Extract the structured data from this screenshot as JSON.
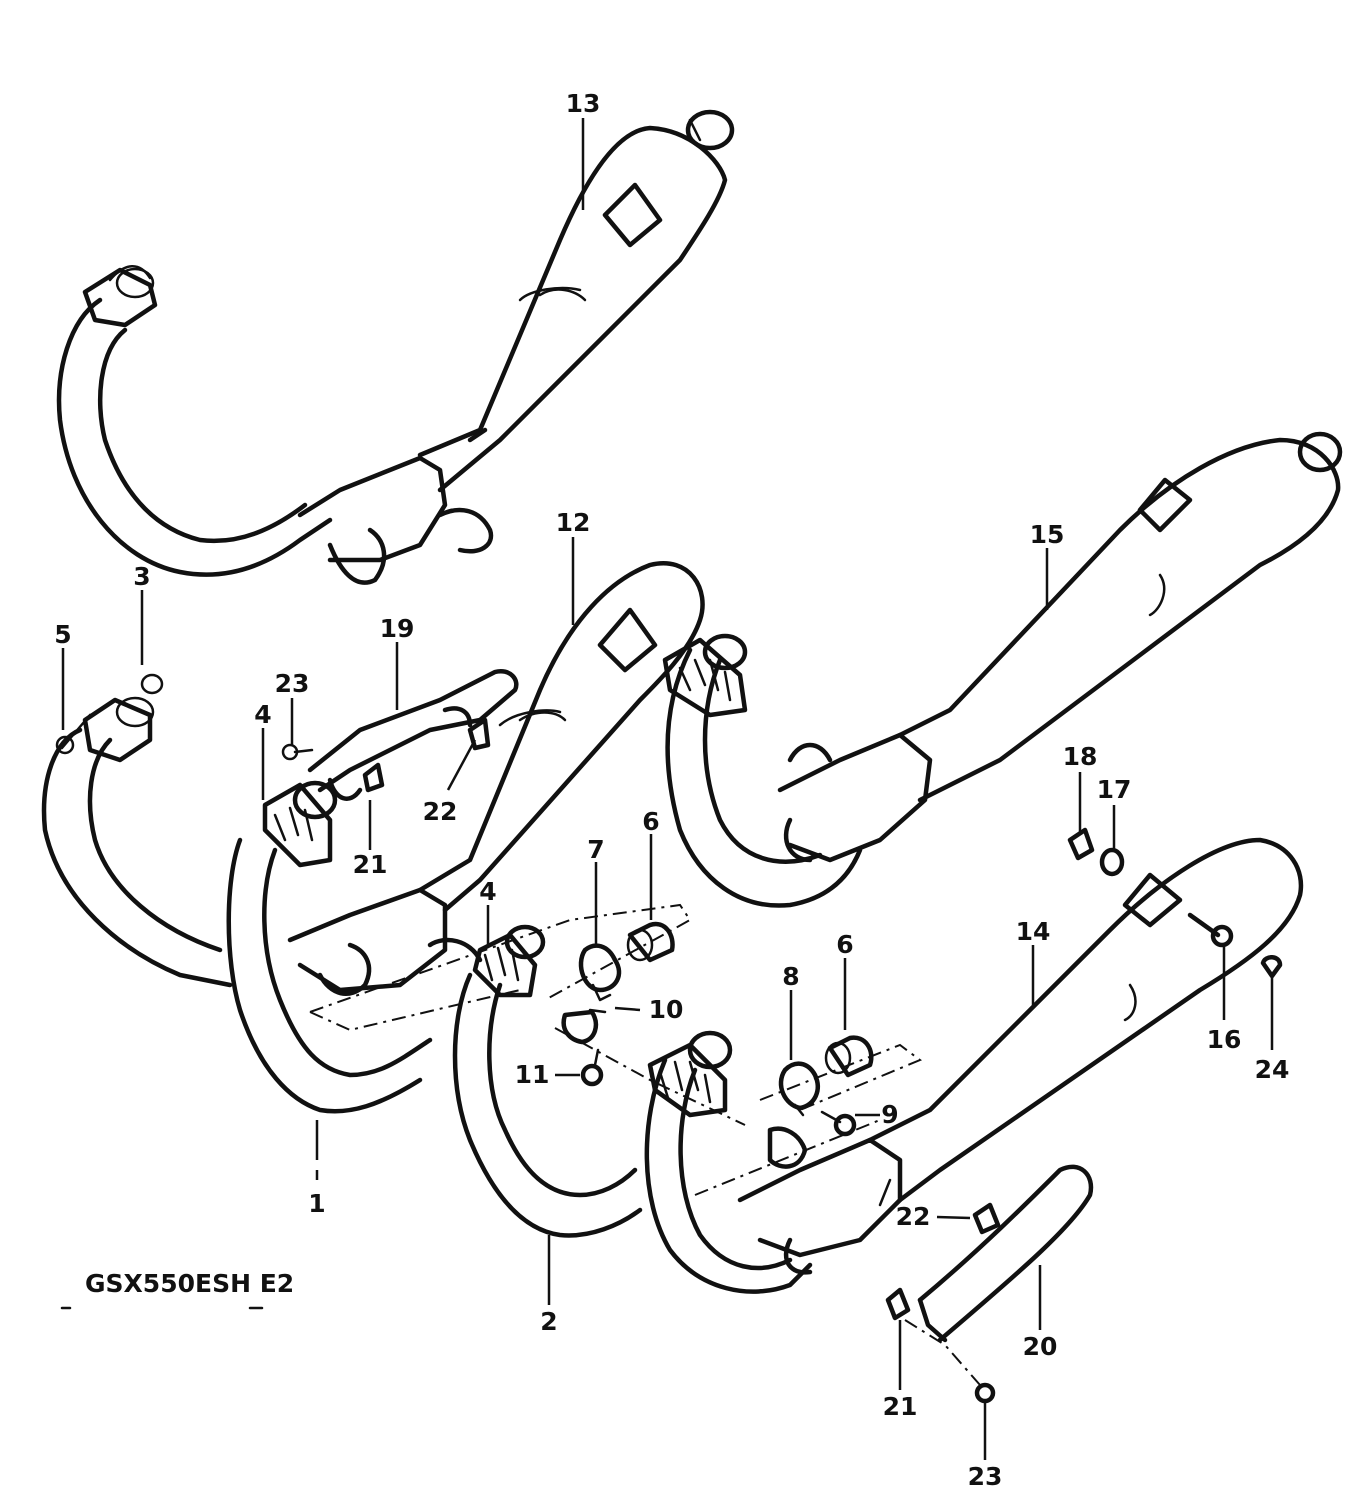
{
  "model_code": "GSX550ESH E2",
  "callouts": {
    "c1": "1",
    "c2": "2",
    "c3": "3",
    "c4a": "4",
    "c4b": "4",
    "c5": "5",
    "c6a": "6",
    "c6b": "6",
    "c7": "7",
    "c8": "8",
    "c9": "9",
    "c10": "10",
    "c11": "11",
    "c12": "12",
    "c13": "13",
    "c14": "14",
    "c15": "15",
    "c16": "16",
    "c17": "17",
    "c18": "18",
    "c19": "19",
    "c20": "20",
    "c21a": "21",
    "c21b": "21",
    "c22a": "22",
    "c22b": "22",
    "c23a": "23",
    "c23b": "23",
    "c24": "24"
  }
}
